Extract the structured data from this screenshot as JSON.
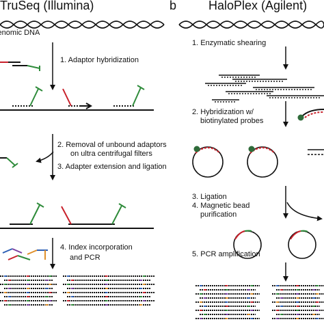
{
  "panel_a": {
    "title": "TruSeq (Illumina)",
    "dna_label": "Genomic DNA",
    "steps": [
      "1. Adaptor hybridization",
      "2. Removal of unbound adaptors",
      "on ultra centrifugal filters",
      "3. Adapter extension and ligation",
      "4. Index incorporation",
      "and PCR"
    ]
  },
  "panel_b": {
    "letter": "b",
    "title": "HaloPlex (Agilent)",
    "steps": [
      "1. Enzymatic shearing",
      "2. Hybridization w/",
      "biotinylated probes",
      "3. Ligation",
      "4. Magnetic bead",
      "purification",
      "5. PCR amplification"
    ]
  },
  "colors": {
    "dna": "#111111",
    "adaptor_green": "#2e8b3a",
    "adaptor_red": "#c8202a",
    "bead": "#2f6b3a",
    "index_blue": "#2d5fb5",
    "index_purple": "#7a3fa0",
    "index_orange": "#e0902a"
  }
}
